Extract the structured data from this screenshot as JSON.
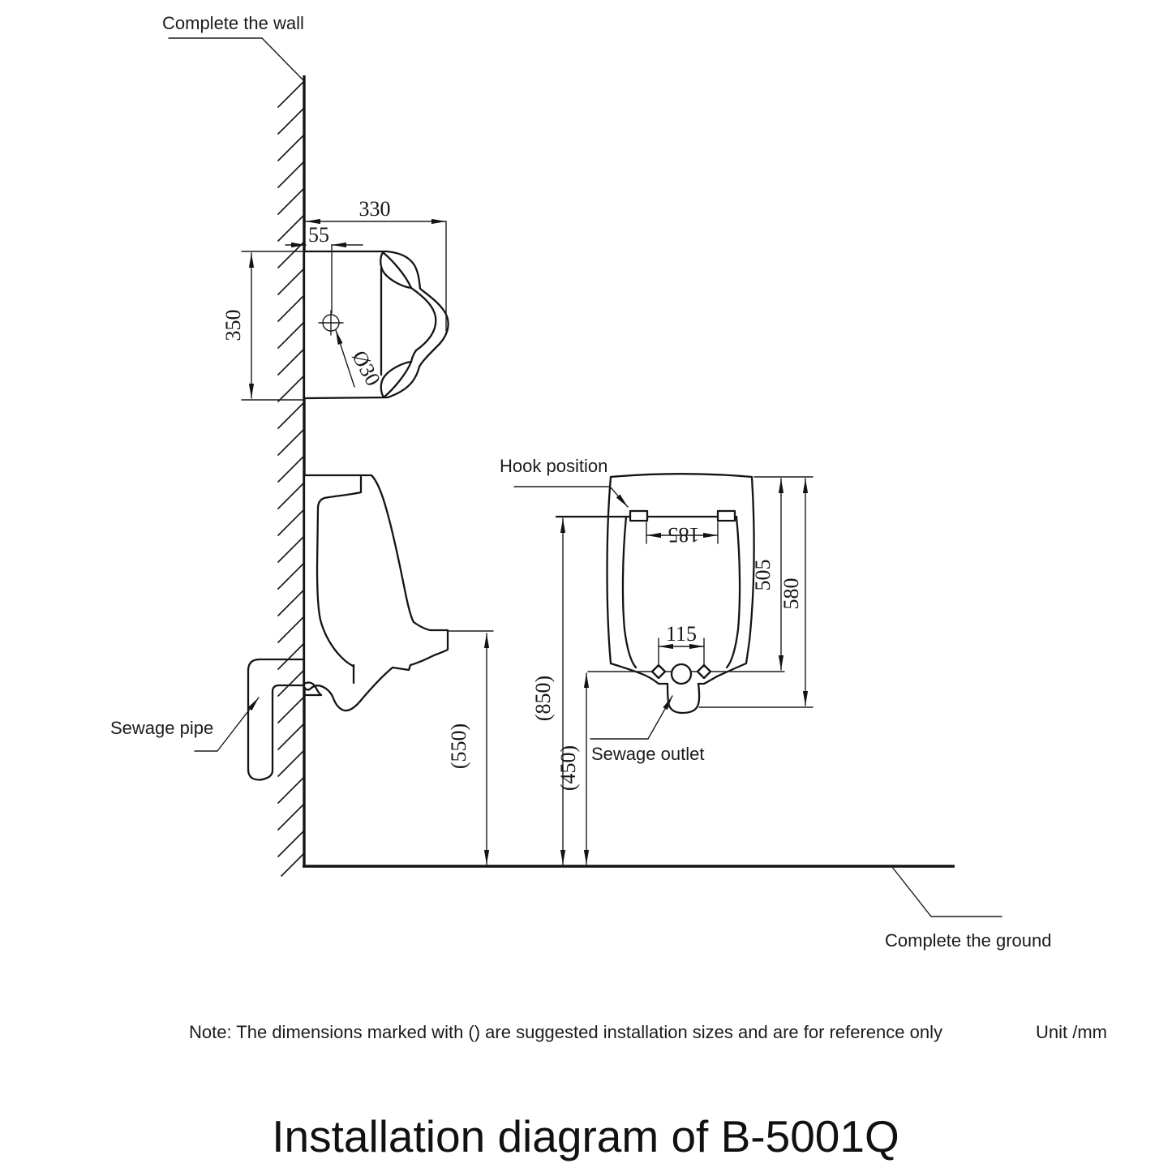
{
  "title": "Installation diagram of B-5001Q",
  "note": "Note: The dimensions marked with () are suggested installation sizes and are for reference only",
  "unit": "Unit /mm",
  "labels": {
    "complete_wall": "Complete the wall",
    "hook_position": "Hook position",
    "sewage_pipe": "Sewage pipe",
    "sewage_outlet": "Sewage outlet",
    "complete_ground": "Complete the ground"
  },
  "dimensions": {
    "top_width": "330",
    "hole_offset": "55",
    "top_depth": "350",
    "hole_diameter": "Ø30",
    "hook_spacing": "185",
    "body_inner_height": "505",
    "body_height": "580",
    "fixing_hole_spacing": "115",
    "hook_height": "(850)",
    "outlet_height": "(450)",
    "rim_height": "(550)"
  },
  "colors": {
    "line": "#1c1c1c",
    "background": "#ffffff"
  }
}
